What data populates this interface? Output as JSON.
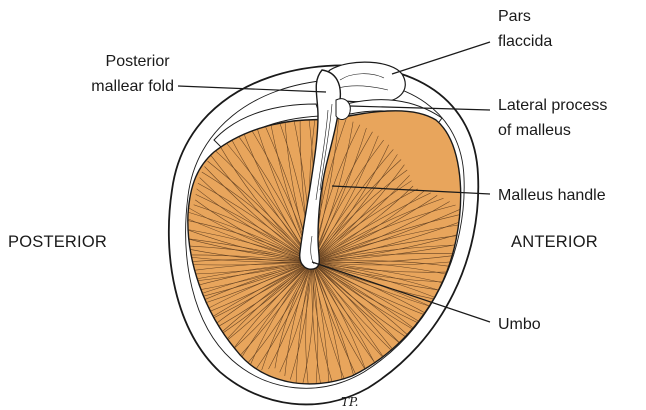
{
  "labels": {
    "posterior_mallear_fold": [
      "Posterior",
      "mallear fold"
    ],
    "pars_flaccida": [
      "Pars",
      "flaccida"
    ],
    "lateral_process": [
      "Lateral process",
      "of malleus"
    ],
    "malleus_handle": "Malleus handle",
    "umbo": "Umbo",
    "posterior": "POSTERIOR",
    "anterior": "ANTERIOR"
  },
  "signature": "TP.",
  "colors": {
    "membrane": "#E8A55C",
    "membrane_shadow": "#C98540",
    "line": "#1a1a1a",
    "background": "#ffffff"
  }
}
